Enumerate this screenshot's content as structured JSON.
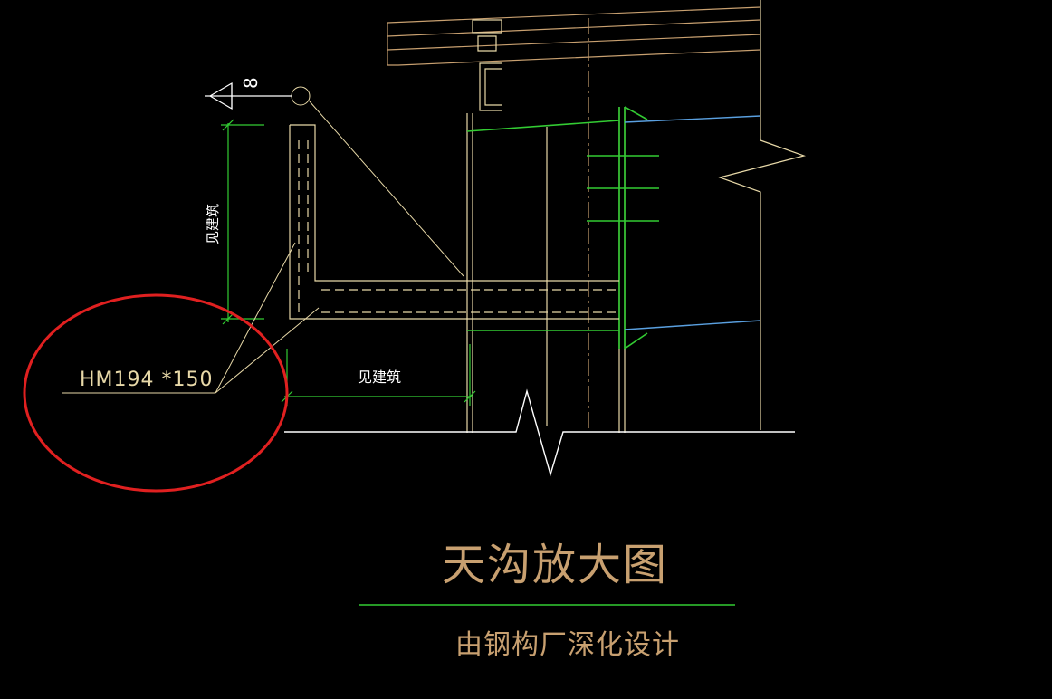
{
  "drawing": {
    "section_number": "8",
    "section_symbol_icon": "section-cut-arrow-icon",
    "member_label": "HM194 *150",
    "dim_vertical_note": "见建筑",
    "dim_horizontal_note": "见建筑",
    "title": "天沟放大图",
    "subtitle": "由钢构厂深化设计"
  },
  "colors": {
    "background": "#000000",
    "structure": "#e8d9a8",
    "roof_panel": "#c8a070",
    "dimension": "#33cc33",
    "highlight_ellipse": "#e02020",
    "beam_blue": "#5aa0e0",
    "white_line": "#ffffff"
  }
}
